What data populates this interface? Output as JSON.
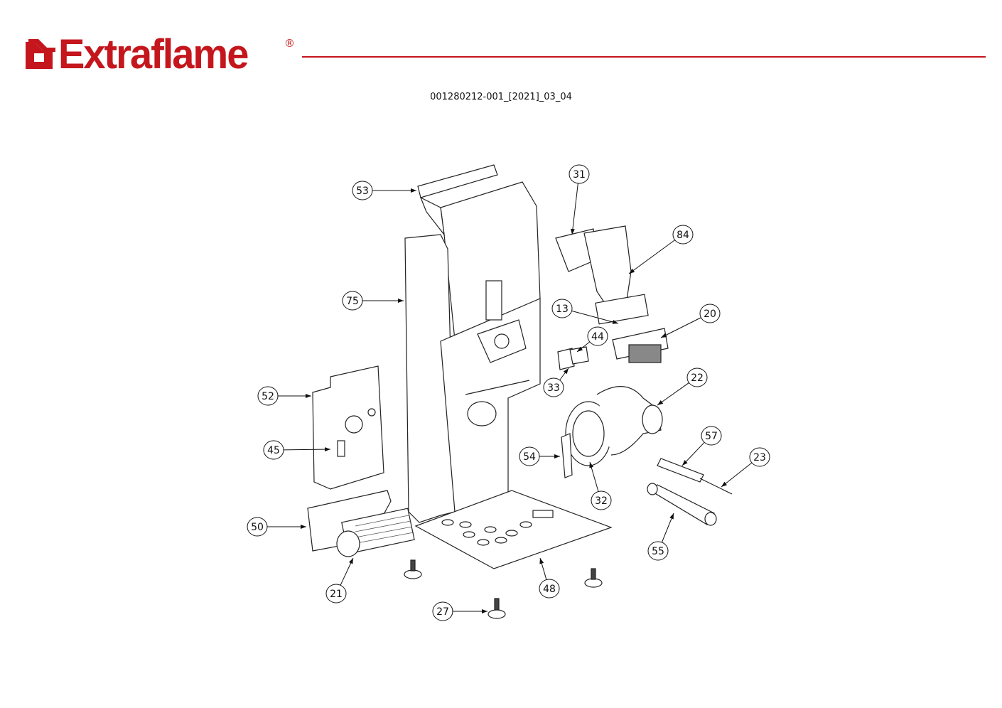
{
  "brand": {
    "name": "Extraflame",
    "registered_mark": "®",
    "color": "#c4161c"
  },
  "document_code": "001280212-001_[2021]_03_04",
  "callouts": [
    "53",
    "31",
    "84",
    "75",
    "13",
    "20",
    "44",
    "33",
    "22",
    "52",
    "57",
    "23",
    "45",
    "54",
    "32",
    "50",
    "55",
    "21",
    "48",
    "27"
  ]
}
